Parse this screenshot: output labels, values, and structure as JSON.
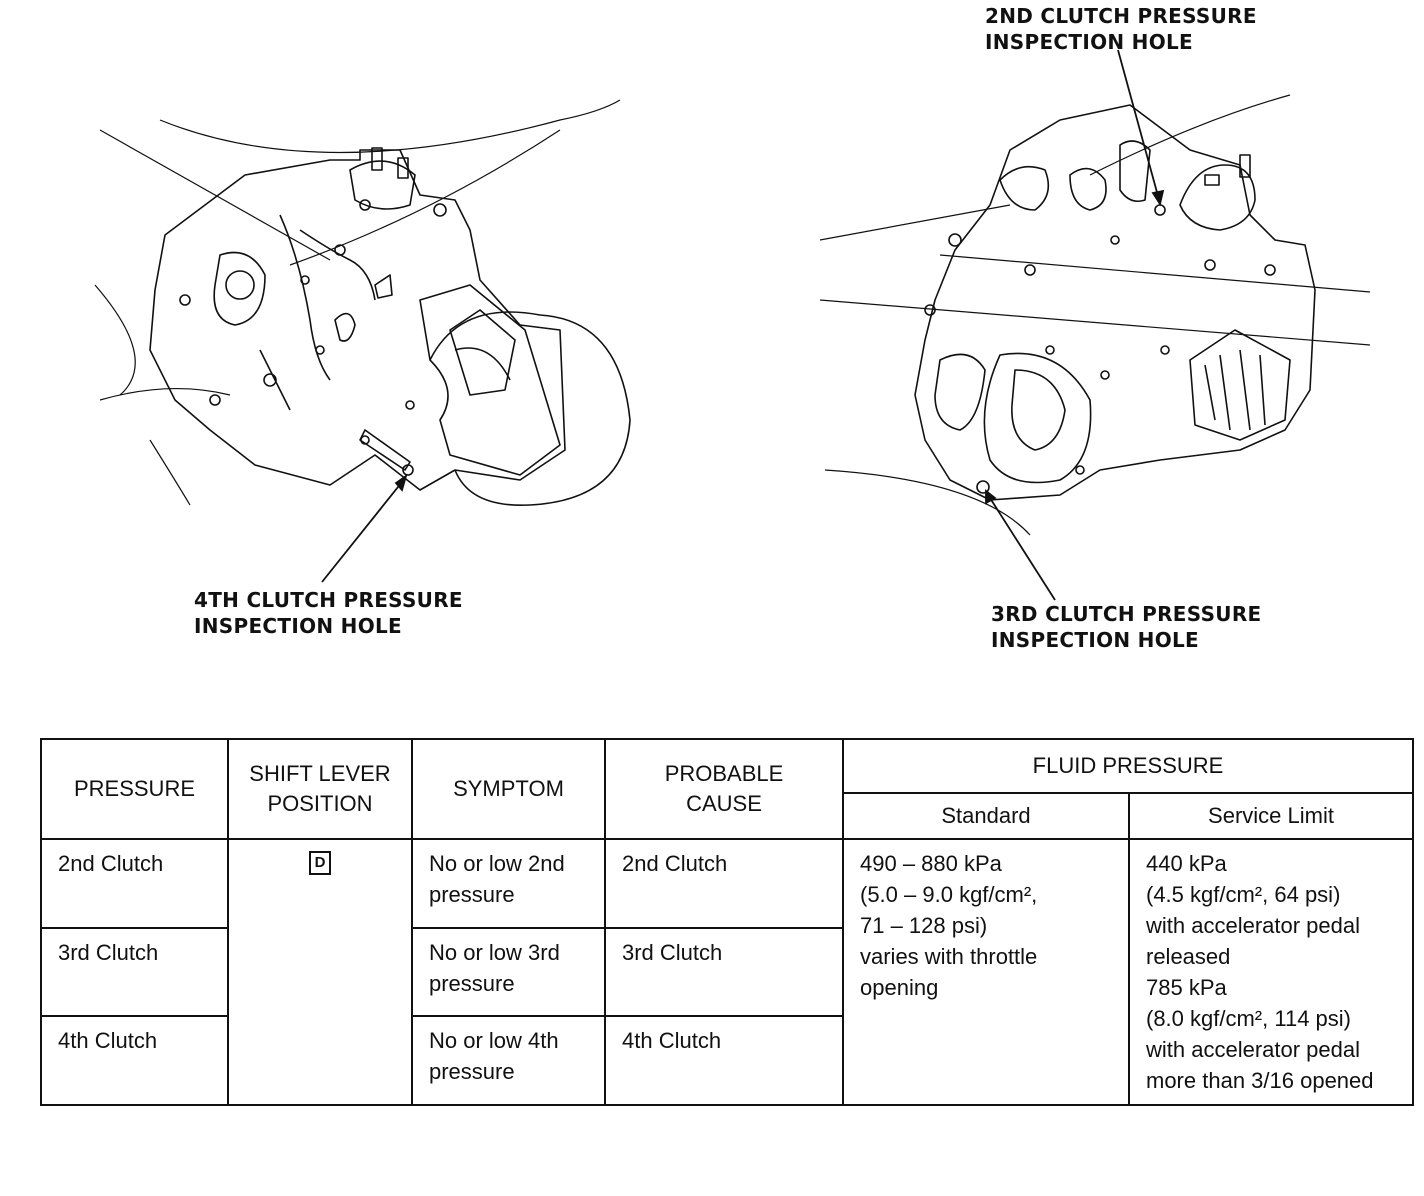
{
  "figure": {
    "callouts": {
      "clutch_2nd": [
        "2ND CLUTCH PRESSURE",
        "INSPECTION HOLE"
      ],
      "clutch_4th": [
        "4TH CLUTCH PRESSURE",
        "INSPECTION HOLE"
      ],
      "clutch_3rd": [
        "3RD CLUTCH PRESSURE",
        "INSPECTION HOLE"
      ]
    }
  },
  "table": {
    "headers": {
      "pressure": "PRESSURE",
      "shift_lever": [
        "SHIFT LEVER",
        "POSITION"
      ],
      "symptom": "SYMPTOM",
      "probable_cause": [
        "PROBABLE",
        "CAUSE"
      ],
      "fluid_pressure": "FLUID PRESSURE",
      "standard": "Standard",
      "service_limit": "Service Limit"
    },
    "shift_lever_value": "D",
    "rows": [
      {
        "pressure": "2nd Clutch",
        "symptom": [
          "No or low 2nd",
          "pressure"
        ],
        "cause": "2nd Clutch"
      },
      {
        "pressure": "3rd Clutch",
        "symptom": [
          "No or low 3rd",
          "pressure"
        ],
        "cause": "3rd Clutch"
      },
      {
        "pressure": "4th Clutch",
        "symptom": [
          "No or low 4th",
          "pressure"
        ],
        "cause": "4th Clutch"
      }
    ],
    "standard_lines": [
      "490 – 880 kPa",
      "(5.0 – 9.0 kgf/cm², ",
      "71 – 128 psi)",
      "varies with throttle",
      "opening"
    ],
    "service_limit_lines": [
      "440 kPa",
      "(4.5 kgf/cm², 64 psi)",
      "with accelerator pedal",
      "released",
      "785 kPa",
      "(8.0 kgf/cm², 114 psi)",
      "with accelerator pedal",
      "more than 3/16 opened"
    ]
  }
}
